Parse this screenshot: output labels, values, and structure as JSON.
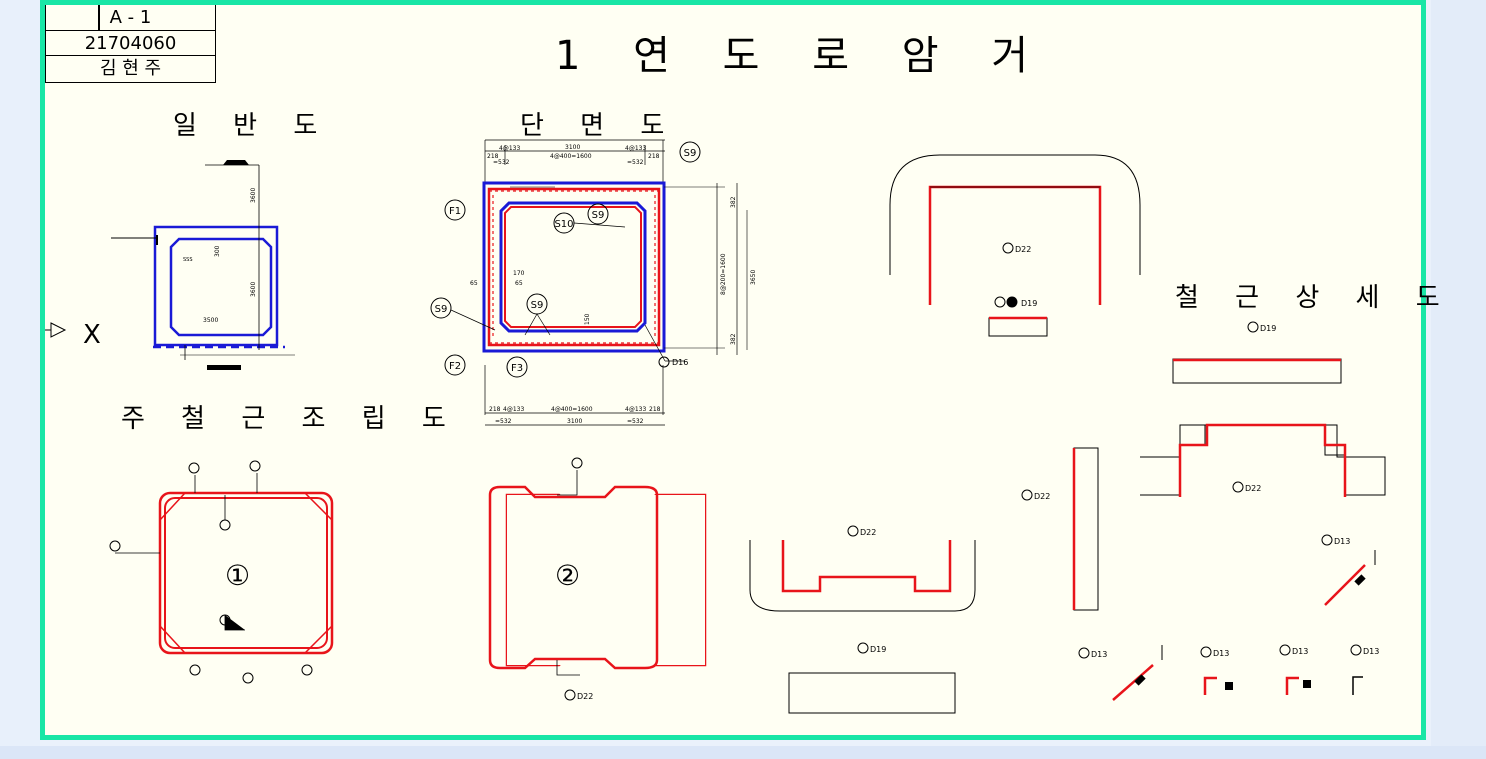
{
  "title_block": {
    "sheet_no": "A - 1",
    "student_id": "21704060",
    "name": "김 현 주"
  },
  "main_title": "1 연 도 로 암 거",
  "sections": {
    "general": "일 반 도",
    "cross_section": "단 면 도",
    "rebar_detail": "철 근 상 세 도",
    "assembly": "주 철 근 조 립 도"
  },
  "assembly_marks": {
    "one": "①",
    "two": "②"
  },
  "cross_section_dims": {
    "top_total": "3100",
    "top_left": "4@133",
    "top_right": "4@133",
    "top_mid": "4@400=1600",
    "top_sub_left": "=532",
    "top_sub_right": "=532",
    "edge_left": "218",
    "edge_right": "218",
    "bottom_total": "3100",
    "bottom_left": "4@133",
    "bottom_right": "4@133",
    "bottom_mid": "4@400=1600",
    "bottom_sub_left": "=532",
    "bottom_sub_right": "=532",
    "right_height": "3650",
    "right_mid": "8@200=1600",
    "right_top": "382",
    "right_bottom": "382",
    "inner_170": "170",
    "inner_65a": "65",
    "inner_65b": "65",
    "haunch_150": "150"
  },
  "bubbles": {
    "s9_top": "S9",
    "s10": "S10",
    "s9_mid": "S9",
    "s9_left": "S9",
    "s9_bottom": "S9",
    "f1": "F1",
    "f2": "F2",
    "f3": "F3"
  },
  "rebar_labels": {
    "c_d22": "D22",
    "d19_a": "D19",
    "d19_b": "D19",
    "d22_vertical": "D22",
    "f_d22": "D22",
    "d22_u": "D22",
    "d19_bottom": "D19",
    "d22_assembly": "D22",
    "d16": "D16",
    "d13_a": "D13",
    "d13_b": "D13",
    "d13_c": "D13",
    "d13_d": "D13",
    "d13_e": "D13"
  },
  "general_dims": {
    "w": "3500",
    "h": "3600",
    "top": "3600",
    "small": "300"
  },
  "colors": {
    "border": "#19e6a6",
    "rebar": "#e8141a",
    "outline": "#1a1ad6",
    "paper": "#fffff3"
  }
}
